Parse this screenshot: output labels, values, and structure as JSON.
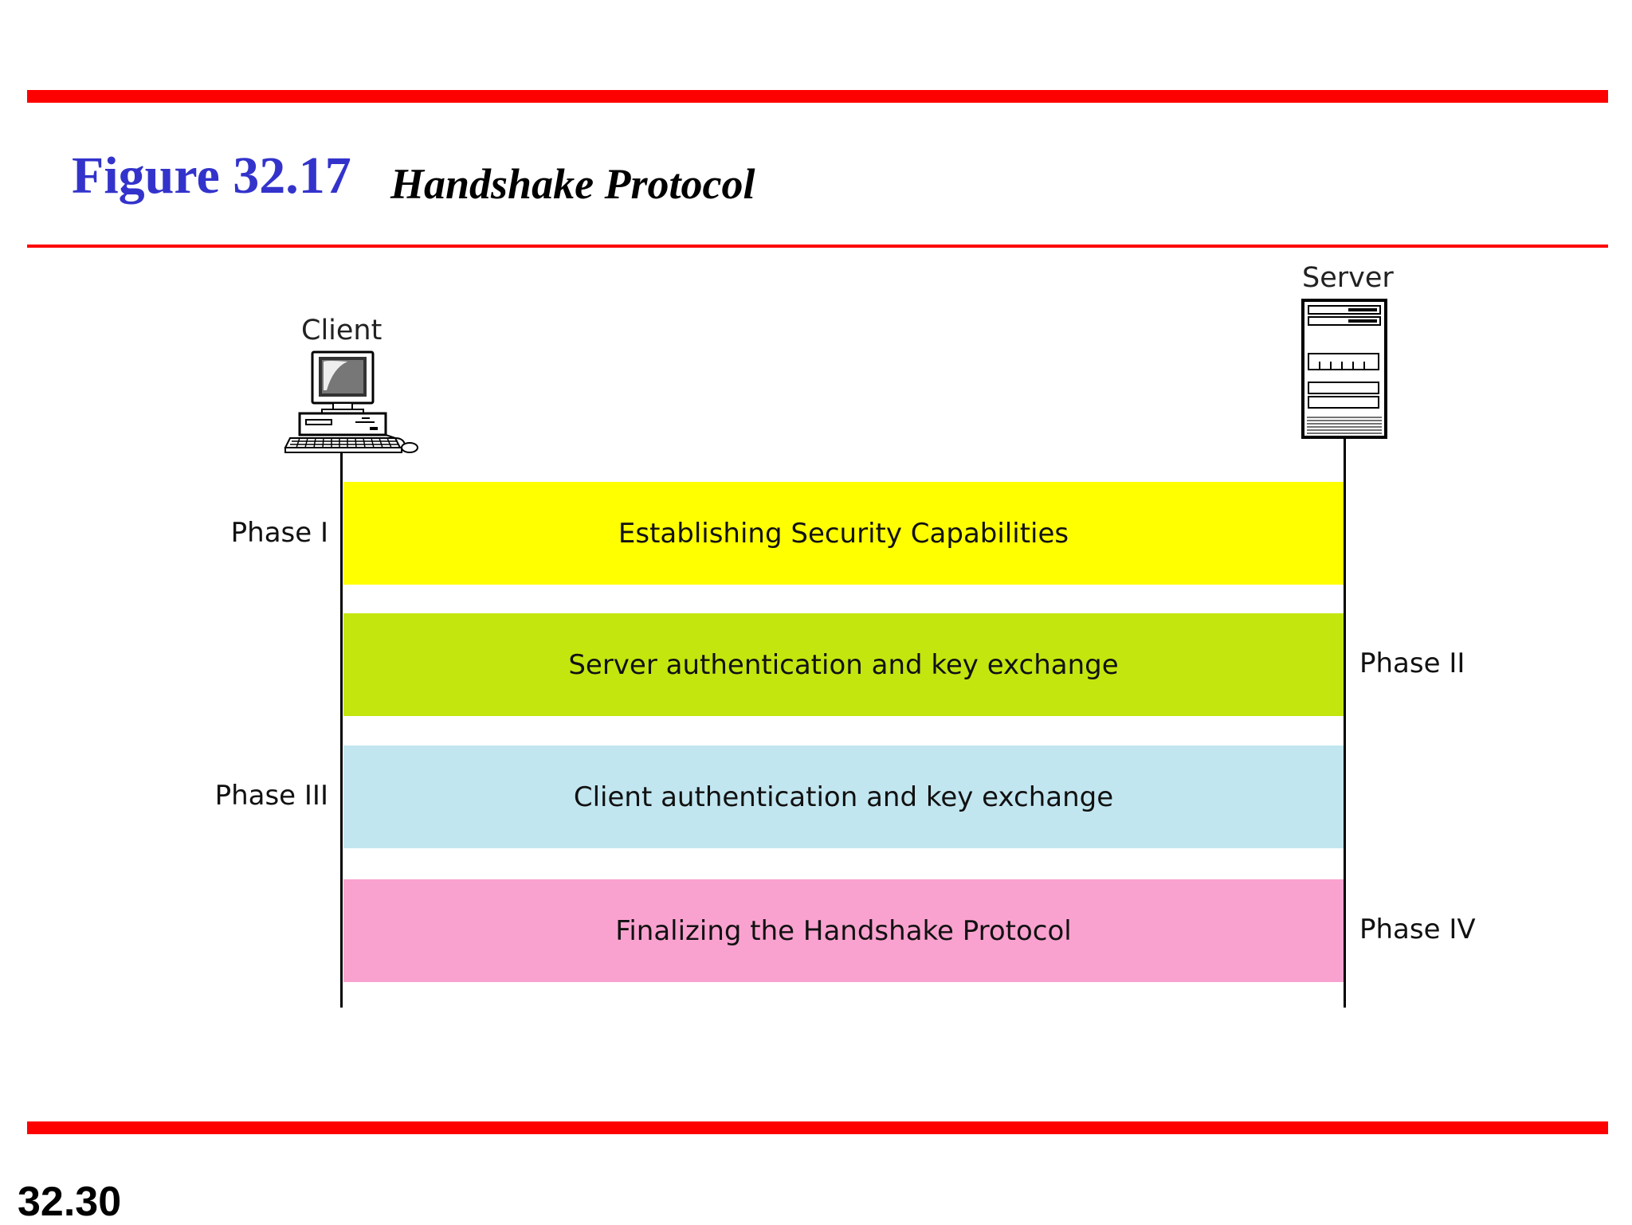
{
  "figure": {
    "number": "Figure 32.17",
    "title": "Handshake Protocol"
  },
  "page_number": "32.30",
  "nodes": {
    "client": {
      "label": "Client",
      "icon": "desktop-computer-icon"
    },
    "server": {
      "label": "Server",
      "icon": "server-tower-icon"
    }
  },
  "phases": [
    {
      "label": "Phase I",
      "text": "Establishing Security Capabilities",
      "side": "left",
      "color": "#ffff00"
    },
    {
      "label": "Phase II",
      "text": "Server authentication and key exchange",
      "side": "right",
      "color": "#c3e60f"
    },
    {
      "label": "Phase III",
      "text": "Client authentication and key exchange",
      "side": "left",
      "color": "#c2e6f0"
    },
    {
      "label": "Phase IV",
      "text": "Finalizing the Handshake Protocol",
      "side": "right",
      "color": "#f9a2cf"
    }
  ],
  "colors": {
    "rule": "#ff0000",
    "figure_number": "#3333cc"
  }
}
